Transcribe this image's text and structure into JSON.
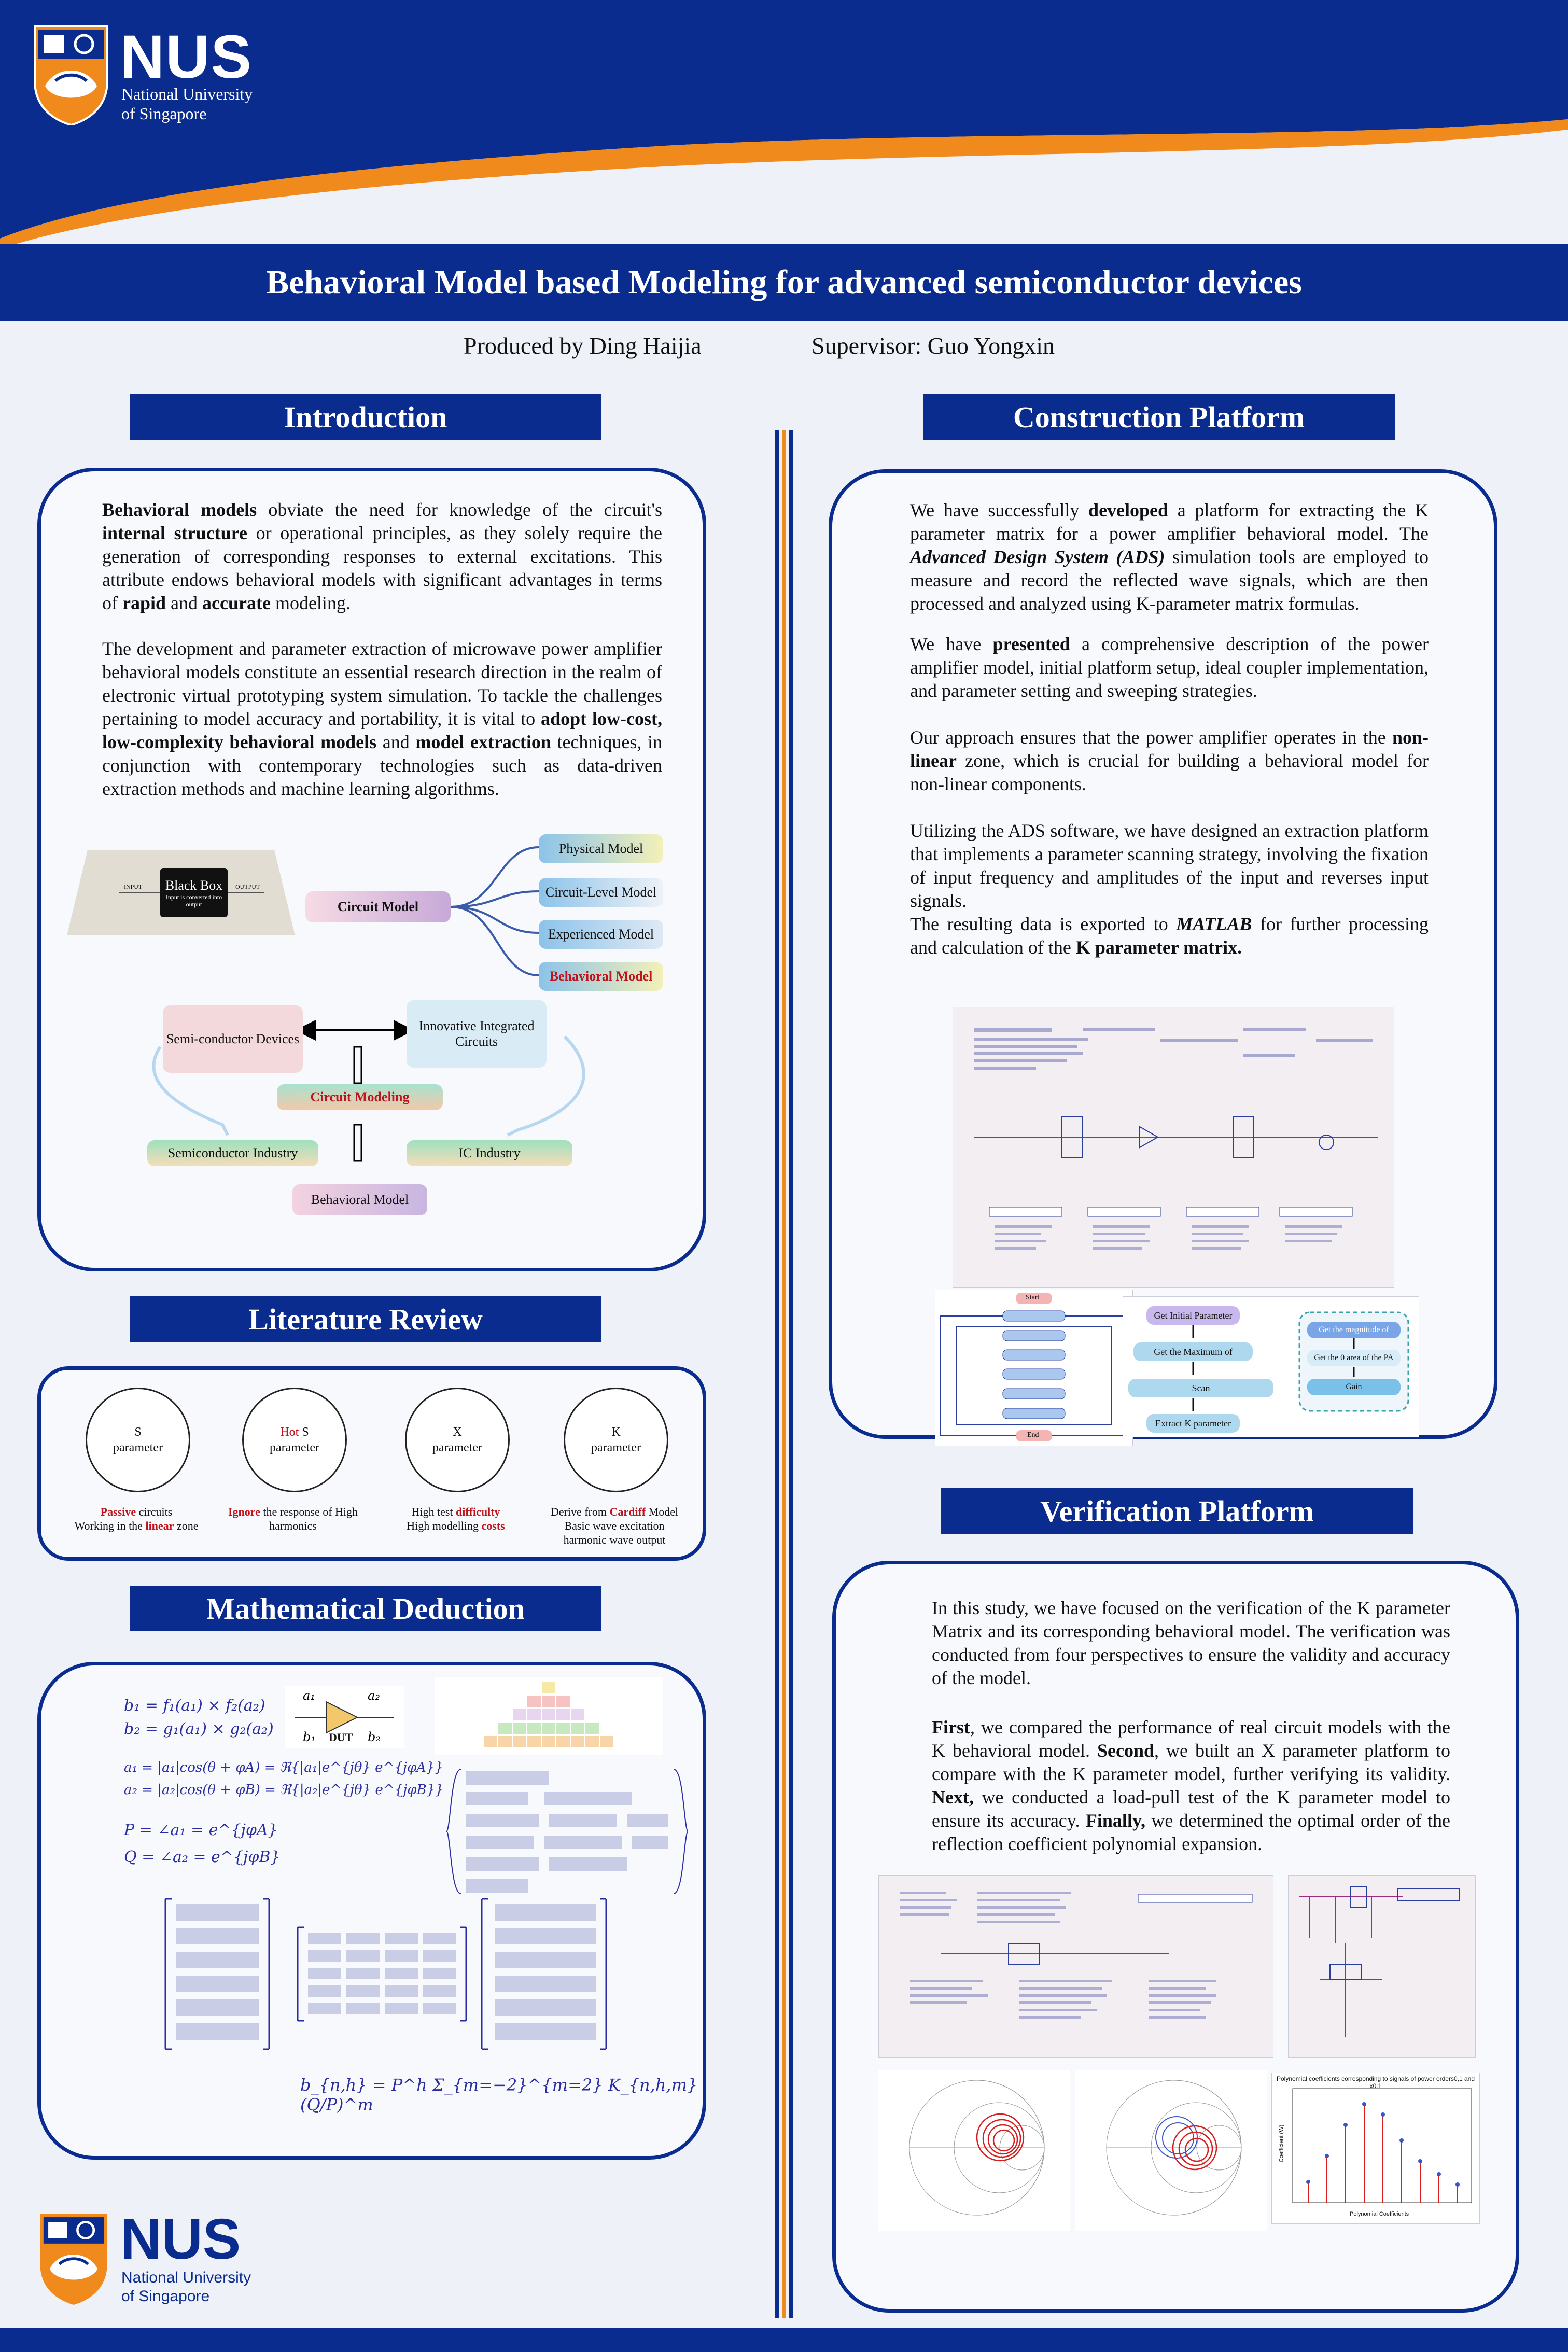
{
  "header": {
    "logo_wordmark": "NUS",
    "logo_line1": "National University",
    "logo_line2": "of Singapore",
    "title": "Behavioral Model based Modeling for advanced semiconductor devices",
    "produced_by": "Produced by Ding Haijia",
    "supervisor": "Supervisor: Guo Yongxin"
  },
  "introduction": {
    "heading": "Introduction",
    "p1": "Behavioral models obviate the need for knowledge of the circuit's internal structure or operational principles, as they solely require the generation of corresponding responses to external excitations. This attribute endows behavioral models with significant advantages in terms of rapid and accurate modeling.",
    "p2": "The development and parameter extraction of microwave power amplifier behavioral models constitute an essential research direction in the realm of electronic virtual prototyping system simulation. To tackle the challenges pertaining to model accuracy and portability, it is vital to adopt low-cost, low-complexity behavioral models and model extraction techniques, in conjunction with contemporary technologies such as data-driven extraction methods and machine learning algorithms.",
    "diagram": {
      "black_box": "Black Box",
      "black_box_sub": "Input is converted into output",
      "input": "INPUT",
      "output": "OUTPUT",
      "circuit_model": "Circuit Model",
      "branches": [
        "Physical Model",
        "Circuit-Level Model",
        "Experienced Model",
        "Behavioral Model"
      ],
      "semiconductor_devices": "Semi-conductor Devices",
      "innovative_ic": "Innovative Integrated Circuits",
      "circuit_modeling": "Circuit Modeling",
      "semiconductor_industry": "Semiconductor Industry",
      "ic_industry": "IC Industry",
      "behavioral_model": "Behavioral Model"
    }
  },
  "literature": {
    "heading": "Literature Review",
    "items": [
      {
        "l1": "S",
        "l1_hot": "",
        "l2": "parameter",
        "cap_a": "Passive",
        "cap_b": " circuits",
        "cap_c": "Working  in the ",
        "cap_d": "linear",
        "cap_e": "  zone"
      },
      {
        "l1": " S",
        "l1_hot": "Hot",
        "l2": "parameter",
        "cap_a": "Ignore",
        "cap_b": " the response of High",
        "cap_c": "harmonics",
        "cap_d": "",
        "cap_e": ""
      },
      {
        "l1": "X",
        "l1_hot": "",
        "l2": "parameter",
        "cap_a": "",
        "cap_b": "High test ",
        "cap_c": "High modelling ",
        "cap_d": "difficulty",
        "cap_e": "costs"
      },
      {
        "l1": "K",
        "l1_hot": "",
        "l2": "parameter",
        "cap_a": "Derive from ",
        "cap_b": "Cardiff",
        "cap_c": " Model",
        "cap_d": "Basic wave excitation",
        "cap_e": "harmonic wave output"
      }
    ]
  },
  "math": {
    "heading": "Mathematical Deduction",
    "eq1": "b₁ = f₁(a₁) × f₂(a₂)",
    "eq2": "b₂ = g₁(a₁) × g₂(a₂)",
    "eq3": "a₁ = |a₁|cos(θ + φA) = ℜ{|a₁|e^{jθ} e^{jφA}}",
    "eq4": "a₂ = |a₂|cos(θ + φB) = ℜ{|a₂|e^{jθ} e^{jφB}}",
    "eq5": "P = ∠a₁ = e^{jφA}",
    "eq6": "Q = ∠a₂ = e^{jφB}",
    "eq7": "b_{n,h} = P^h Σ_{m=−2}^{m=2} K_{n,h,m} (Q/P)^m",
    "dut": "DUT",
    "a1": "a₁",
    "a2": "a₂",
    "b1": "b₁",
    "b2": "b₂"
  },
  "construction": {
    "heading": "Construction Platform",
    "p1": "We have successfully developed a platform for extracting the K parameter matrix for a power amplifier behavioral model. The Advanced Design System (ADS) simulation tools are employed to measure and record the reflected wave signals, which are then processed and analyzed using K-parameter matrix formulas.",
    "p2": "We have presented a comprehensive description of the power amplifier model, initial platform setup, ideal coupler implementation, and parameter setting and sweeping strategies.",
    "p3": "Our approach ensures that the power amplifier operates in the non-linear zone, which is crucial for building a behavioral model for non-linear components.",
    "p4": "Utilizing the ADS software, we have designed an extraction platform that implements a parameter scanning strategy, involving the fixation of input frequency and amplitudes of the input and reverses input signals.",
    "p5": "The resulting data is exported to MATLAB for further processing and calculation of the K parameter matrix.",
    "flow": {
      "start": "Start",
      "end": "End",
      "s1": "Get Initial Parameter",
      "s2": "Get the Maximum of",
      "s3": "Scan",
      "s4": "Extract K parameter",
      "r1": "Get the magnitude of",
      "r2": "Get the 0 area of the PA",
      "r3": "Gain"
    }
  },
  "verification": {
    "heading": "Verification Platform",
    "p1": "In this study, we have focused on the verification of the K parameter Matrix and its corresponding behavioral model. The verification was conducted from four perspectives to ensure the validity and accuracy of the model.",
    "p2": "First, we compared the performance of real circuit models with the K behavioral model. Second, we built an X parameter platform to compare with the K parameter model, further verifying its validity. Next, we conducted a load-pull test of the K parameter model to ensure its accuracy. Finally, we determined the optimal order of the reflection coefficient polynomial expansion.",
    "chart_title": "Polynomial coefficients corresponding to signals of power orders0,1 and x0.1",
    "chart_xlabel": "Polynomial Coefficients",
    "chart_ylabel": "Coefficient (W)"
  },
  "colors": {
    "navy": "#0b2c8f",
    "orange": "#f08a1c",
    "red": "#c0141c"
  }
}
